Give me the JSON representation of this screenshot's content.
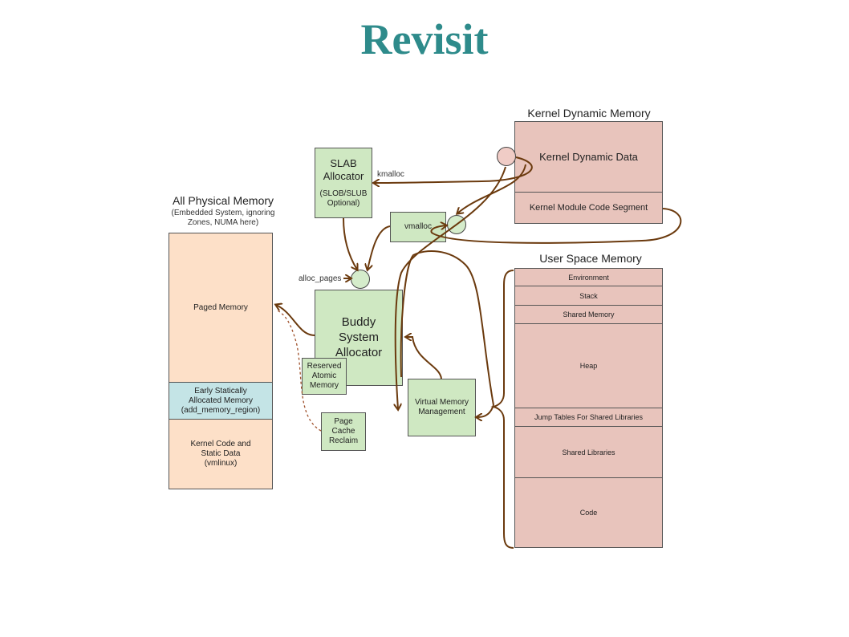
{
  "title": "Revisit",
  "physical": {
    "heading": "All Physical Memory",
    "subheading_line1": "(Embedded System, ignoring",
    "subheading_line2": "Zones, NUMA here)",
    "paged": "Paged Memory",
    "early_line1": "Early Statically",
    "early_line2": "Allocated Memory",
    "early_line3": "(add_memory_region)",
    "kernel_line1": "Kernel Code and",
    "kernel_line2": "Static Data",
    "kernel_line3": "(vmlinux)"
  },
  "slab": {
    "line1": "SLAB",
    "line2": "Allocator",
    "line3": "(SLOB/SLUB",
    "line4": "Optional)"
  },
  "buddy": {
    "line1": "Buddy",
    "line2": "System",
    "line3": "Allocator"
  },
  "reserved": {
    "line1": "Reserved",
    "line2": "Atomic",
    "line3": "Memory"
  },
  "page_cache": {
    "line1": "Page",
    "line2": "Cache",
    "line3": "Reclaim"
  },
  "vmm": {
    "line1": "Virtual Memory",
    "line2": "Management"
  },
  "labels": {
    "kmalloc": "kmalloc",
    "vmalloc": "vmalloc",
    "alloc_pages": "alloc_pages"
  },
  "kernel_dynamic": {
    "heading": "Kernel Dynamic Memory",
    "data": "Kernel Dynamic Data",
    "module": "Kernel Module Code Segment"
  },
  "user_space": {
    "heading": "User Space Memory",
    "segments": [
      "Environment",
      "Stack",
      "Shared Memory",
      "Heap",
      "Jump Tables For Shared Libraries",
      "Shared Libraries",
      "Code"
    ]
  },
  "colors": {
    "title": "#2e8b8b",
    "arrow": "#6b3a0e",
    "peach": "#fde0c8",
    "teal": "#c4e4e6",
    "green": "#cfe8c2",
    "rose": "#e8c4bc"
  }
}
